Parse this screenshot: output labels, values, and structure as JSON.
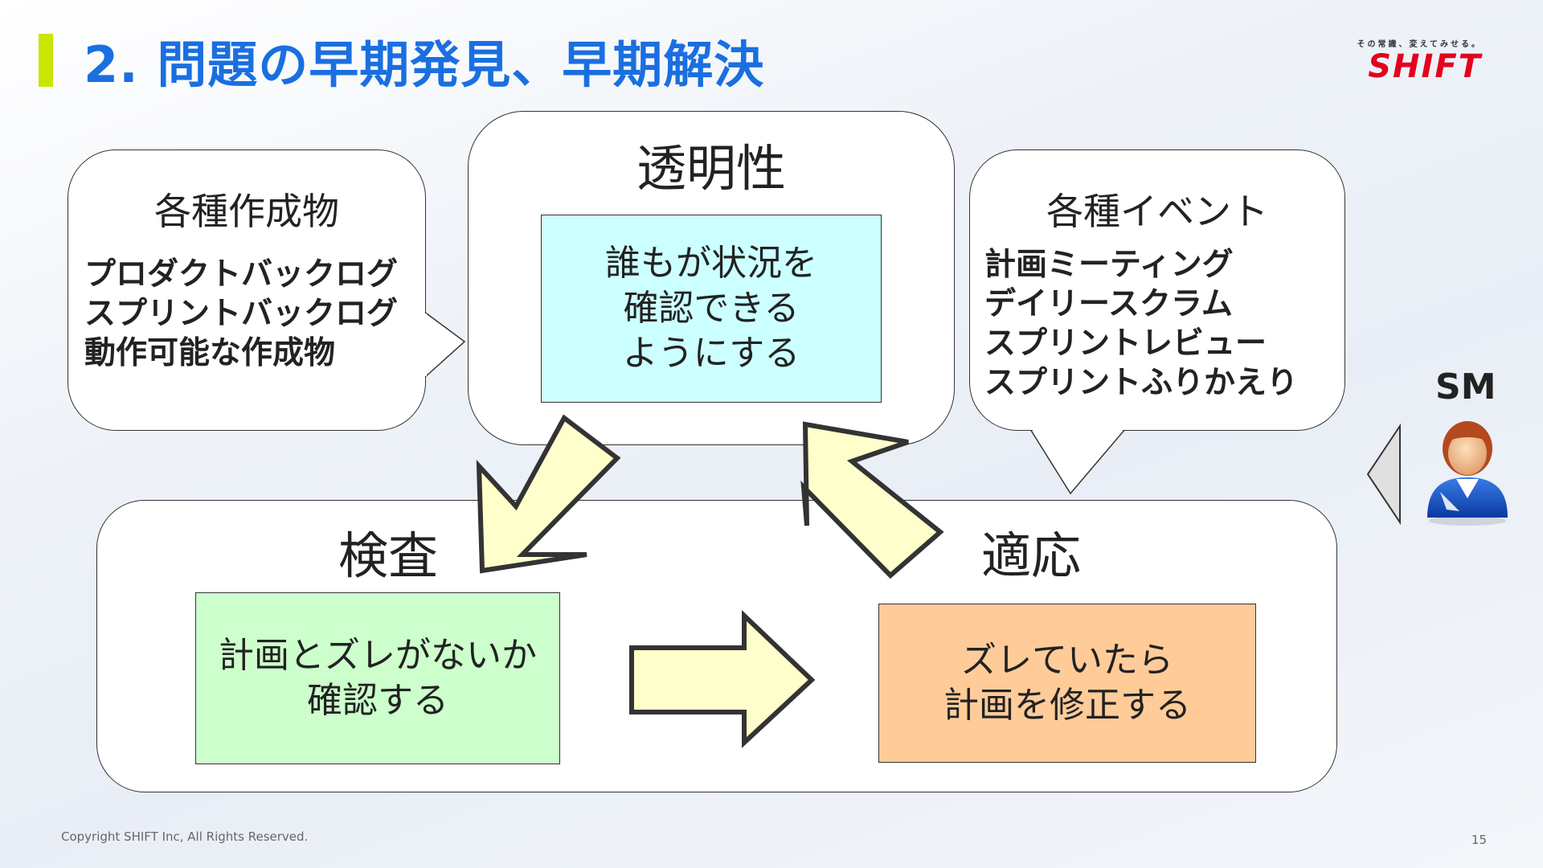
{
  "slide": {
    "title": "2. 問題の早期発見、早期解決",
    "logo_tagline": "その常識、変えてみせる。",
    "logo_text": "SHIFT",
    "copyright": "Copyright SHIFT Inc, All Rights Reserved.",
    "page_number": "15"
  },
  "artifacts": {
    "heading": "各種作成物",
    "items": [
      "プロダクトバックログ",
      "スプリントバックログ",
      "動作可能な作成物"
    ]
  },
  "transparency": {
    "heading": "透明性",
    "note": "誰もが状況を\n確認できる\nようにする"
  },
  "events": {
    "heading": "各種イベント",
    "items": [
      "計画ミーティング",
      "デイリースクラム",
      "スプリントレビュー",
      "スプリントふりかえり"
    ]
  },
  "inspection": {
    "heading": "検査",
    "note": "計画とズレがないか\n確認する"
  },
  "adaptation": {
    "heading": "適応",
    "note": "ズレていたら\n計画を修正する"
  },
  "role": {
    "label": "SM"
  },
  "colors": {
    "title": "#1a6fe0",
    "accent_bar": "#c8e600",
    "logo": "#e4001e",
    "arrow_fill": "#ffffcc",
    "note_transparency": "#ccffff",
    "note_inspection": "#ccffcc",
    "note_adaptation": "#ffcc99"
  }
}
